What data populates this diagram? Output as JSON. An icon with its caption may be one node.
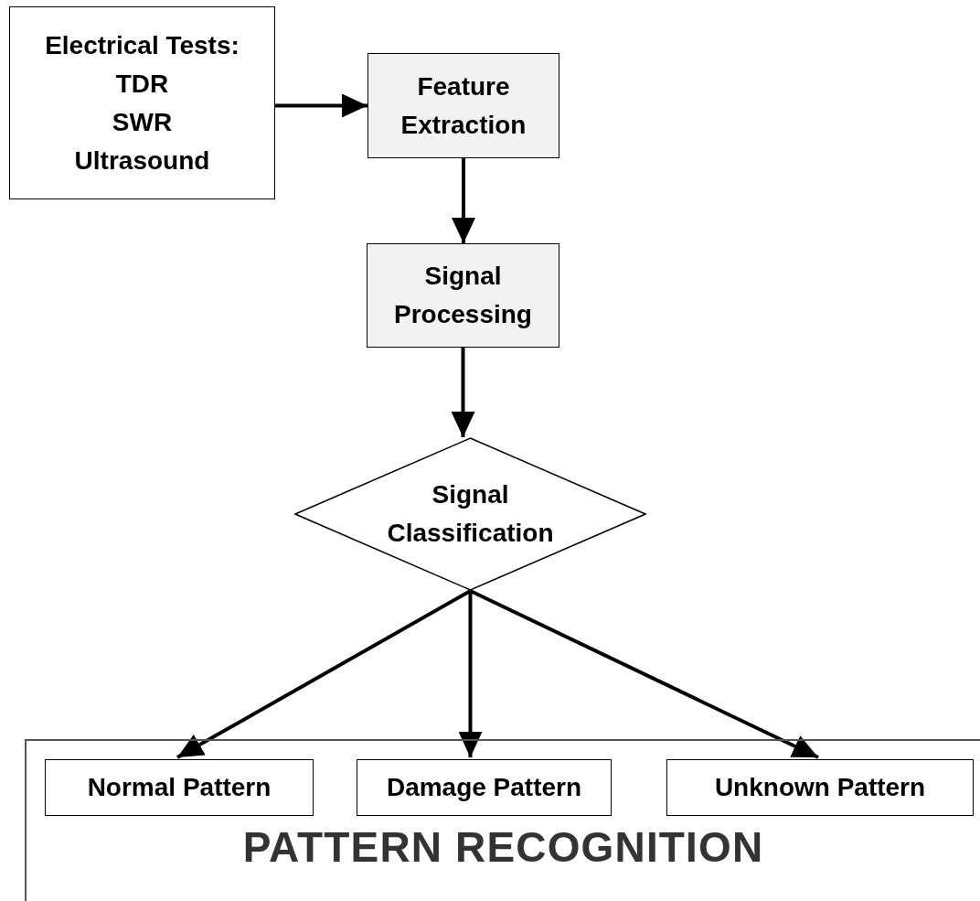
{
  "diagram": {
    "nodes": [
      {
        "text": [
          "Electrical Tests:",
          "TDR",
          "SWR",
          "Ultrasound"
        ]
      },
      {
        "text": [
          "Feature Extraction"
        ]
      },
      {
        "text": [
          "Signal Processing"
        ]
      },
      {
        "text": [
          "Signal Classification"
        ]
      },
      {
        "text": [
          "PATTERN RECOGNITION"
        ]
      },
      {
        "text": [
          "Normal Pattern"
        ],
        "in": 4
      },
      {
        "text": [
          "Damage Pattern"
        ],
        "in": 4
      },
      {
        "text": [
          "Unknown Pattern"
        ],
        "in": 4
      }
    ],
    "edges": [
      {
        "from": 0,
        "to": 1,
        "arrow": "to"
      },
      {
        "from": 1,
        "to": 2,
        "arrow": "to"
      },
      {
        "from": 2,
        "to": 3,
        "arrow": "to"
      },
      {
        "from": 3,
        "to": 5,
        "arrow": "to"
      },
      {
        "from": 3,
        "to": 6,
        "arrow": "to"
      },
      {
        "from": 3,
        "to": 7,
        "arrow": "to"
      }
    ]
  }
}
